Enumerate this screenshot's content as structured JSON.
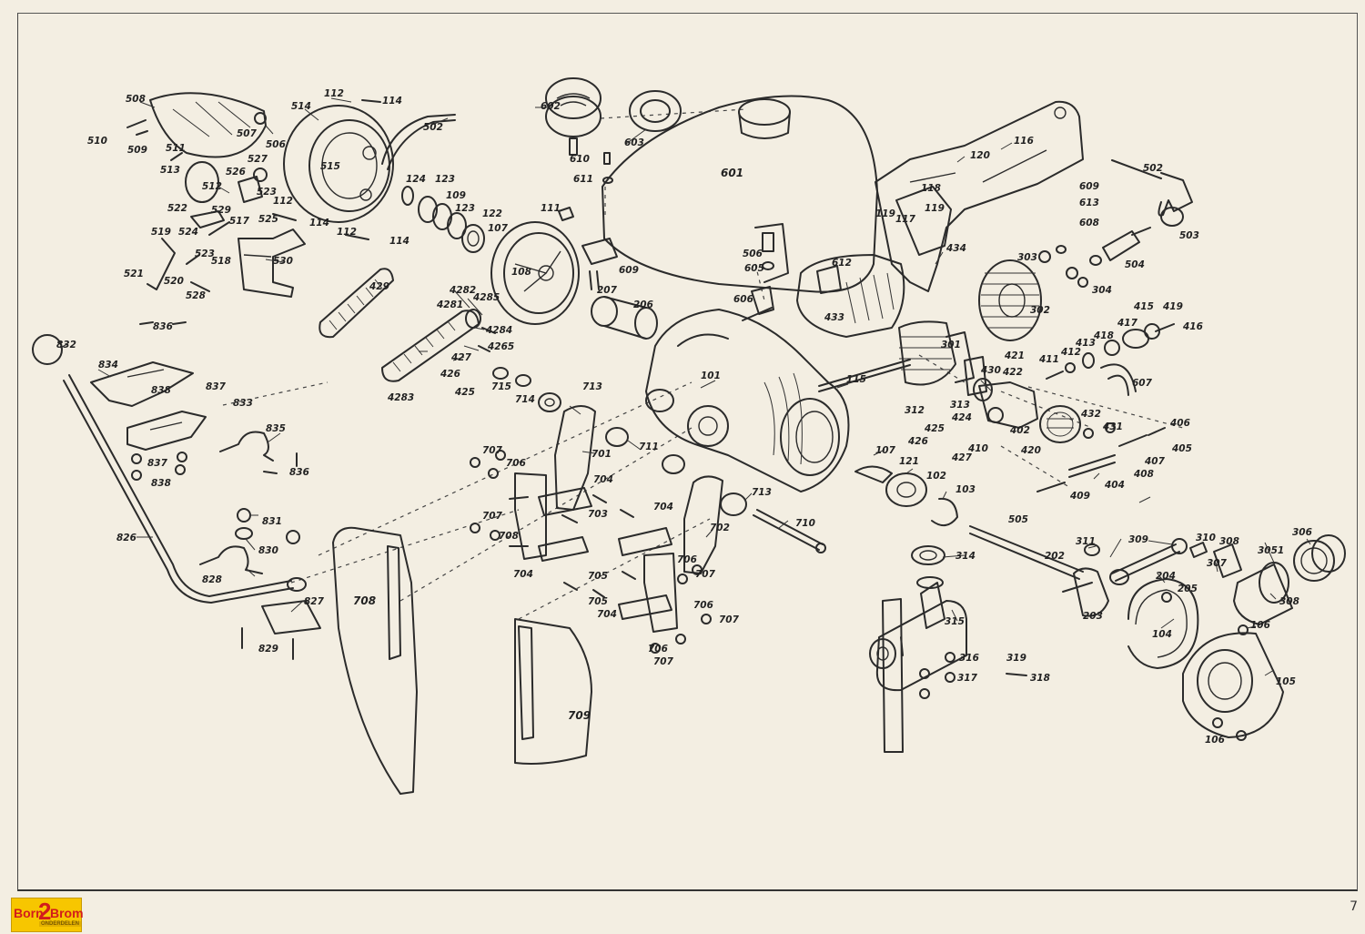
{
  "page": {
    "number": "7"
  },
  "logo": {
    "part1": "Born",
    "part2": "2",
    "part3": "Brom",
    "tagline": "ONDERDELEN"
  },
  "labels": {
    "L508": "508",
    "L510": "510",
    "L509": "509",
    "L511": "511",
    "L513": "513",
    "L512": "512",
    "L527": "527",
    "L526": "526",
    "L523a": "523",
    "L507": "507",
    "L506": "506",
    "L514": "514",
    "L515": "515",
    "L112a": "112",
    "L114a": "114",
    "L502a": "502",
    "L112b": "112",
    "L114b": "114",
    "L112c": "112",
    "L114c": "114",
    "L522": "522",
    "L529": "529",
    "L517": "517",
    "L525": "525",
    "L519": "519",
    "L524": "524",
    "L523b": "523",
    "L518": "518",
    "L521": "521",
    "L520": "520",
    "L528": "528",
    "L530": "530",
    "L124": "124",
    "L123a": "123",
    "L109": "109",
    "L123b": "123",
    "L122": "122",
    "L107a": "107",
    "L111": "111",
    "L108": "108",
    "L602": "602",
    "L603": "603",
    "L610": "610",
    "L611": "611",
    "L601": "601",
    "L609a": "609",
    "L207": "207",
    "L206": "206",
    "L118": "118",
    "L120": "120",
    "L116": "116",
    "L117": "117",
    "L119a": "119",
    "L119b": "119",
    "L434": "434",
    "L612": "612",
    "L433": "433",
    "L506b": "506",
    "L605": "605",
    "L606": "606",
    "L609b": "609",
    "L613": "613",
    "L608": "608",
    "L502b": "502",
    "L503": "503",
    "L504": "504",
    "L303": "303",
    "L304": "304",
    "L302": "302",
    "L301": "301",
    "L415": "415",
    "L419": "419",
    "L417": "417",
    "L418": "418",
    "L413": "413",
    "L412": "412",
    "L416": "416",
    "L421": "421",
    "L422": "422",
    "L411": "411",
    "L607": "607",
    "L429": "429",
    "L4282": "4282",
    "L4281": "4281",
    "L4285": "4285",
    "L4284": "4284",
    "L4265": "4265",
    "L427a": "427",
    "L426a": "426",
    "L425a": "425",
    "L4283": "4283",
    "L715": "715",
    "L714": "714",
    "L713a": "713",
    "L101": "101",
    "L115": "115",
    "L312": "312",
    "L313": "313",
    "L430": "430",
    "L402": "402",
    "L420": "420",
    "L432": "432",
    "L431": "431",
    "L406": "406",
    "L405": "405",
    "L407": "407",
    "L408": "408",
    "L404": "404",
    "L409": "409",
    "L425b": "425",
    "L426b": "426",
    "L427b": "427",
    "L424": "424",
    "L410": "410",
    "L107b": "107",
    "L121": "121",
    "L102": "102",
    "L103": "103",
    "L832": "832",
    "L836a": "836",
    "L834": "834",
    "L838a": "838",
    "L837a": "837",
    "L833": "833",
    "L835": "835",
    "L836b": "836",
    "L837b": "837",
    "L838b": "838",
    "L826": "826",
    "L831": "831",
    "L830": "830",
    "L828": "828",
    "L827": "827",
    "L829": "829",
    "L707a": "707",
    "L706a": "706",
    "L701": "701",
    "L711": "711",
    "L707b": "707",
    "L704a": "704",
    "L703": "703",
    "L708b": "708",
    "L708": "708",
    "L704b": "704",
    "L705a": "705",
    "L704c": "704",
    "L702": "702",
    "L713b": "713",
    "L710": "710",
    "L705b": "705",
    "L704d": "704",
    "L707c": "707",
    "L706b": "706",
    "L706c": "706",
    "L707d": "707",
    "L706d": "706",
    "L707e": "707",
    "L709": "709",
    "L505": "505",
    "L314": "314",
    "L315": "315",
    "L316": "316",
    "L317": "317",
    "L319": "319",
    "L318": "318",
    "L202": "202",
    "L311": "311",
    "L203": "203",
    "L309": "309",
    "L310": "310",
    "L308a": "308",
    "L307": "307",
    "L306": "306",
    "L3051": "3051",
    "L308b": "308",
    "L204": "204",
    "L205": "205",
    "L104": "104",
    "L106a": "106",
    "L105": "105",
    "L106b": "106"
  }
}
